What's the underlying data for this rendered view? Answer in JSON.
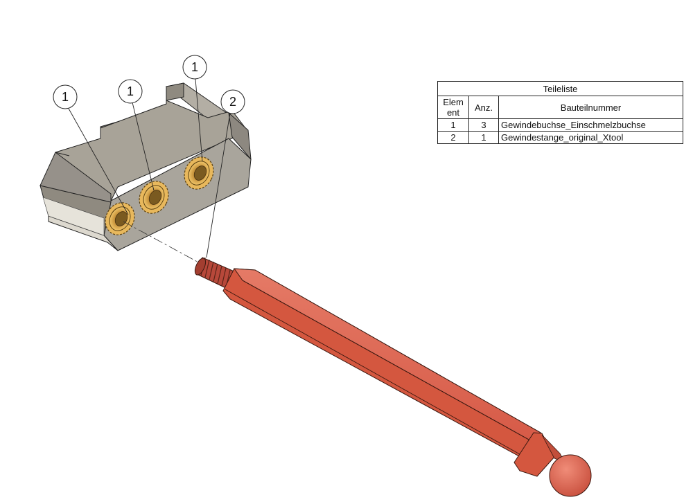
{
  "parts_list": {
    "title": "Teileliste",
    "headers": {
      "element": "Elem ent",
      "quantity": "Anz.",
      "part_number": "Bauteilnummer"
    },
    "rows": [
      {
        "element": "1",
        "quantity": "3",
        "part_number": "Gewindebuchse_Einschmelzbuchse"
      },
      {
        "element": "2",
        "quantity": "1",
        "part_number": "Gewindestange_original_Xtool"
      }
    ]
  },
  "balloons": {
    "b1": "1",
    "b2": "1",
    "b3": "1",
    "b4": "2"
  },
  "colors": {
    "block": "#9c978d",
    "insert": "#d4a24c",
    "rod": "#d85a48"
  }
}
